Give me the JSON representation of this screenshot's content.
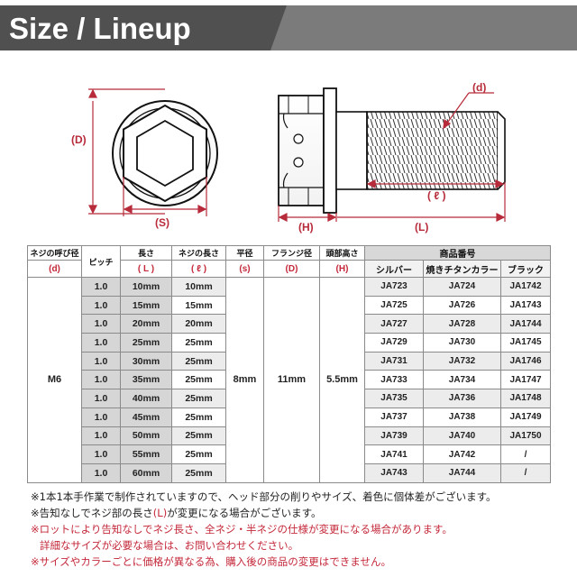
{
  "banner": {
    "title": "Size / Lineup",
    "bg_color": "#505050",
    "stripe_color": "#8a8a8a"
  },
  "diagram": {
    "accent_color": "#b72b3a",
    "labels": {
      "D": "(D)",
      "S": "(S)",
      "H": "(H)",
      "L": "(L)",
      "l": "( ℓ )",
      "d": "(d)"
    }
  },
  "table": {
    "headers": {
      "thread_dia": "ネジの呼び径",
      "thread_dia_sym": "(d)",
      "pitch": "ピッチ",
      "length": "長さ",
      "length_sym": "( L )",
      "thread_len": "ネジの長さ",
      "thread_len_sym": "( ℓ )",
      "width": "平径",
      "width_sym": "(s)",
      "flange": "フランジ径",
      "flange_sym": "(D)",
      "head": "頭部高さ",
      "head_sym": "(H)",
      "product_code": "商品番号",
      "silver": "シルバー",
      "burnt_titanium": "焼きチタンカラー",
      "black": "ブラック"
    },
    "size": "M6",
    "width": "8mm",
    "flange": "11mm",
    "head": "5.5mm",
    "rows": [
      {
        "pitch": "1.0",
        "length": "10mm",
        "thread": "10mm",
        "silver": "JA723",
        "burnt": "JA724",
        "black": "JA1742"
      },
      {
        "pitch": "1.0",
        "length": "15mm",
        "thread": "15mm",
        "silver": "JA725",
        "burnt": "JA726",
        "black": "JA1743"
      },
      {
        "pitch": "1.0",
        "length": "20mm",
        "thread": "20mm",
        "silver": "JA727",
        "burnt": "JA728",
        "black": "JA1744"
      },
      {
        "pitch": "1.0",
        "length": "25mm",
        "thread": "25mm",
        "silver": "JA729",
        "burnt": "JA730",
        "black": "JA1745"
      },
      {
        "pitch": "1.0",
        "length": "30mm",
        "thread": "25mm",
        "silver": "JA731",
        "burnt": "JA732",
        "black": "JA1746"
      },
      {
        "pitch": "1.0",
        "length": "35mm",
        "thread": "25mm",
        "silver": "JA733",
        "burnt": "JA734",
        "black": "JA1747"
      },
      {
        "pitch": "1.0",
        "length": "40mm",
        "thread": "25mm",
        "silver": "JA735",
        "burnt": "JA736",
        "black": "JA1748"
      },
      {
        "pitch": "1.0",
        "length": "45mm",
        "thread": "25mm",
        "silver": "JA737",
        "burnt": "JA738",
        "black": "JA1749"
      },
      {
        "pitch": "1.0",
        "length": "50mm",
        "thread": "25mm",
        "silver": "JA739",
        "burnt": "JA740",
        "black": "JA1750"
      },
      {
        "pitch": "1.0",
        "length": "55mm",
        "thread": "25mm",
        "silver": "JA741",
        "burnt": "JA742",
        "black": "/"
      },
      {
        "pitch": "1.0",
        "length": "60mm",
        "thread": "25mm",
        "silver": "JA743",
        "burnt": "JA744",
        "black": "/"
      }
    ]
  },
  "notes": {
    "line1": "※1本1本手作業で制作されていますので、ヘッド部分の削りやサイズ、着色に個体差がございます。",
    "line2_a": "※告知なしでネジ部の長さ",
    "line2_b": "(L)",
    "line2_c": "が変更になる場合がございます。",
    "line3": "※ロットにより告知なしでネジ長さ、全ネジ・半ネジの仕様が変更になる場合があります。",
    "line4": "詳細なサイズが必要な場合は、お問い合わせください。",
    "line5": "※サイズやカラーごとに価格が異なる為、購入後の商品の変更はできません。",
    "note_black": "#222222",
    "note_red": "#c4283a"
  }
}
